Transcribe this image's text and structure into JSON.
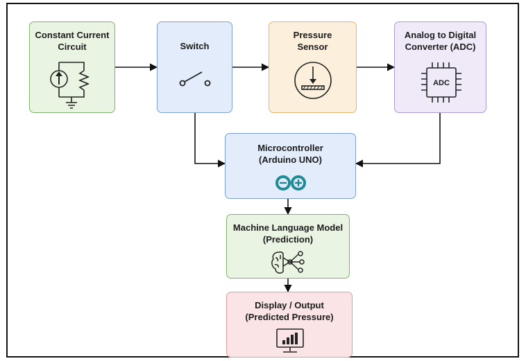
{
  "blocks": {
    "constant_current": {
      "line1": "Constant Current",
      "line2": "Circuit",
      "icon": "current-source-icon"
    },
    "switch": {
      "line1": "Switch",
      "icon": "switch-icon"
    },
    "pressure_sensor": {
      "line1": "Pressure",
      "line2": "Sensor",
      "icon": "pressure-sensor-icon"
    },
    "adc": {
      "line1": "Analog to Digital",
      "line2": "Converter (ADC)",
      "chip_label": "ADC",
      "icon": "chip-icon"
    },
    "microcontroller": {
      "line1": "Microcontroller",
      "line2": "(Arduino UNO)",
      "icon": "arduino-logo-icon"
    },
    "ml_model": {
      "line1": "Machine Language Model",
      "line2": "(Prediction)",
      "icon": "brain-network-icon"
    },
    "display": {
      "line1": "Display / Output",
      "line2": "(Predicted Pressure)",
      "icon": "monitor-chart-icon"
    }
  },
  "colors": {
    "green": "#7fb36a",
    "blue": "#7d9fd6",
    "orange": "#e8b36a",
    "purple": "#ad99d6",
    "red": "#e59aa3",
    "wire": "#111111",
    "arduino": "#1f8a96"
  }
}
